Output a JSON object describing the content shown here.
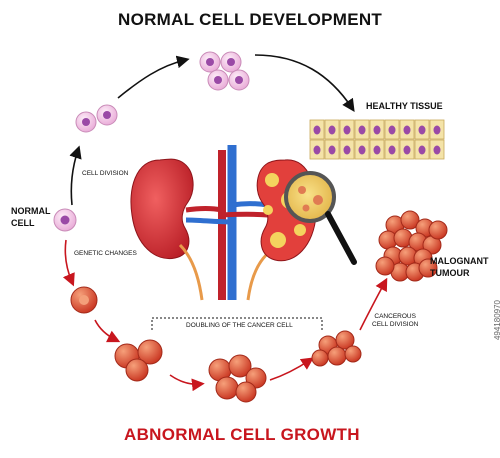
{
  "title_top": "NORMAL CELL DEVELOPMENT",
  "title_bottom": "ABNORMAL CELL GROWTH",
  "labels": {
    "healthy_tissue": "HEALTHY TISSUE",
    "normal_cell": "NORMAL\nCELL",
    "cell_division": "CELL DIVISION",
    "genetic_changes": "GENETIC CHANGES",
    "malignant_tumour": "MALOGNANT\nTUMOUR",
    "doubling": "DOUBLING OF THE CANCER CELL",
    "cancerous_division": "CANCEROUS\nCELL DIVISION"
  },
  "stock_id": "494180970",
  "colors": {
    "red_title": "#c8161e",
    "normal_cell": "#f3c6e3",
    "normal_nucleus": "#9a4aa6",
    "cancer_cell": "#e2553e",
    "tissue": "#f4e3a8"
  }
}
